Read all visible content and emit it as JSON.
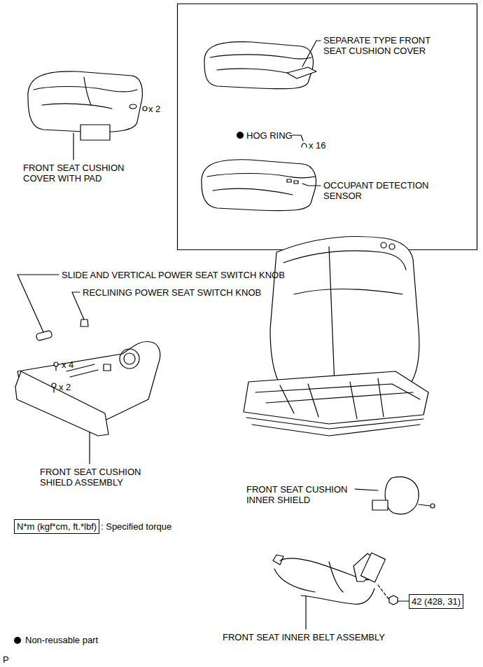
{
  "diagram": {
    "nodes": [
      {
        "text": [
          "42 (428, 31)"
        ]
      },
      {
        "text": [
          "N*m (kgf*cm, ft.*lbf)"
        ]
      }
    ],
    "labels": [
      "SEPARATE TYPE FRONT SEAT CUSHION COVER",
      "HOG RING",
      "x 16",
      "OCCUPANT DETECTION SENSOR",
      "x 2",
      "FRONT SEAT CUSHION COVER WITH PAD",
      "SLIDE AND VERTICAL POWER SEAT SWITCH KNOB",
      "RECLINING POWER SEAT SWITCH KNOB",
      "x 4",
      "x 2",
      "FRONT SEAT CUSHION SHIELD ASSEMBLY",
      "FRONT SEAT CUSHION INNER SHIELD",
      "FRONT SEAT INNER BELT ASSEMBLY",
      ": Specified torque",
      "P"
    ],
    "legend": [
      {
        "text": "Non-reusable part"
      }
    ]
  }
}
